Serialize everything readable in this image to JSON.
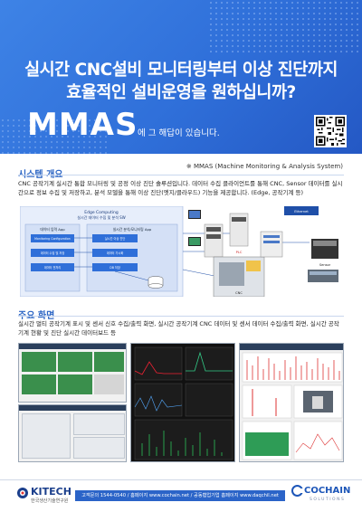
{
  "hero": {
    "headline_line1": "실시간 CNC설비 모니터링부터 이상 진단까지",
    "headline_line2": "효율적인 설비운영을 원하십니까?",
    "brand": "MMAS",
    "brand_tagline": "에 그 해답이 있습니다."
  },
  "system_overview": {
    "title": "시스템 개요",
    "note": "※ MMAS (Machine Monitoring & Analysis System)",
    "description": "CNC 공작기계 실시간 통합 모니터링 및 공정 이상 진단 솔루션입니다. 데이터 수집 클라이언트를 통해 CNC, Sensor 데이터를 실시간으로 정보 수집 및 저장하고, 분석 모델을 통해 이상 진단(엣지/클라우드) 기능을 제공합니다. (Edge, 공작기계 등)"
  },
  "diagram": {
    "edge_title": "Edge Computing",
    "edge_subtitle": "실시간 데이터 수집 및 분석 SW",
    "left_block_title": "데이터 입력 App",
    "right_block_title": "실시간 분석/모니터링 App",
    "boxes": [
      "Monitoring Configuration",
      "데이터 수집 및 저장",
      "실시간 이상 진단",
      "데이터 전처리",
      "데이터 가시화",
      "DB 저장"
    ],
    "cnc_label": "CNC",
    "sensor_label": "Sensor",
    "plc_label": "PLC",
    "network_label": "Ethernet"
  },
  "screens_section": {
    "title": "주요 화면",
    "description": "실시간 멀티 공작기계 표시 및 센서 신호 수집/출력 화면, 실시간 공작기계 CNC 데이터 및 센서 데이터 수집/출력 화면, 실시간 공작기계 현황 및 진단 실시간 데이터보드 등"
  },
  "footer": {
    "kitech_name": "KITECH",
    "kitech_sub": "한국생산기술연구원",
    "contact": "고객문의 1544-0540 / 홈페이지 www.cochain.net / 공동협업기업 홈페이지 www.daqchil.net",
    "cochain_name": "COCHAIN",
    "cochain_sub": "SOLUTIONS"
  },
  "colors": {
    "hero_blue": "#2f6fd9",
    "section_blue": "#2a64c4",
    "footer_bar": "#2b64c8"
  }
}
